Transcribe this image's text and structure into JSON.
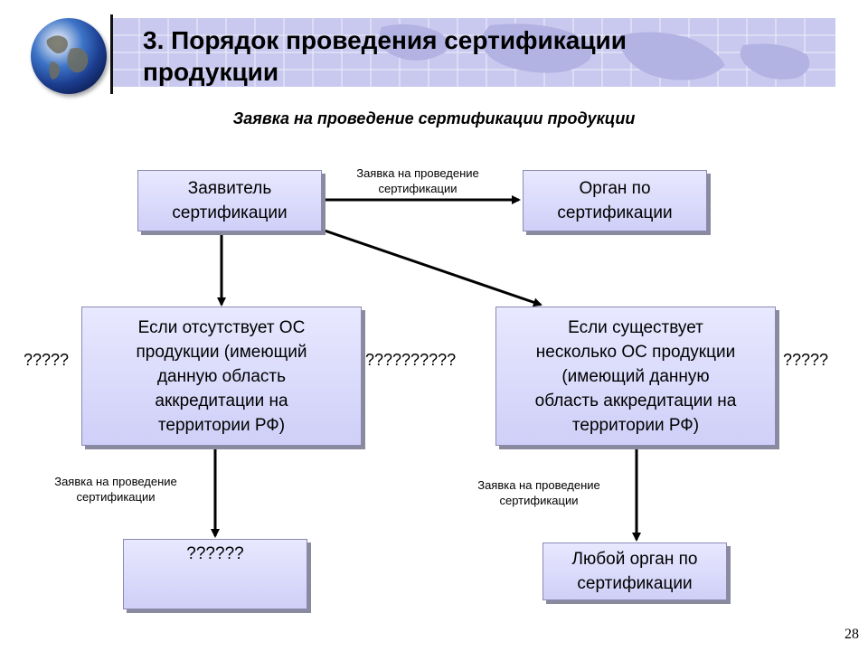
{
  "header": {
    "title_line1": "3. Порядок проведения сертификации",
    "title_line2": "продукции"
  },
  "subtitle": "Заявка на проведение сертификации продукции",
  "boxes": {
    "applicant": {
      "line1": "Заявитель",
      "line2": "сертификации"
    },
    "cert_body": {
      "line1": "Орган по",
      "line2": "сертификации"
    },
    "no_os": {
      "lines": [
        "Если отсутствует ОС",
        "продукции (имеющий",
        "данную область",
        "аккредитации на",
        "территории РФ)"
      ]
    },
    "several_os": {
      "lines": [
        "Если существует",
        "несколько ОС продукции",
        "(имеющий данную",
        "область аккредитации на",
        "территории РФ)"
      ]
    },
    "unknown": {
      "text": "??????"
    },
    "any_body": {
      "line1": "Любой орган по",
      "line2": "сертификации"
    }
  },
  "labels": {
    "top_arrow_line1": "Заявка на проведение",
    "top_arrow_line2": "сертификации",
    "left_arrow_line1": "Заявка на проведение",
    "left_arrow_line2": "сертификации",
    "right_arrow_line1": "Заявка на проведение",
    "right_arrow_line2": "сертификации"
  },
  "question_marks": {
    "left": "?????",
    "middle": "??????????",
    "right": "?????"
  },
  "page_number": "28"
}
